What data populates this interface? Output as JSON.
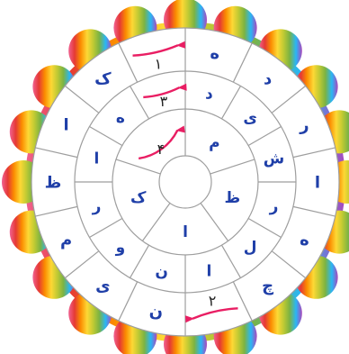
{
  "palette": {
    "frame_stops": [
      "#f06292",
      "#e53935",
      "#fb8c00",
      "#fdd835",
      "#c0ca33",
      "#7cb342",
      "#29b6f6",
      "#ab47bc"
    ],
    "disc": "#ffffff",
    "grid_line": "#9e9e9e",
    "letter": "#1f3fa8",
    "arrow": "#e91e63",
    "number": "#222222"
  },
  "rings": {
    "outer": [
      "ه",
      "د",
      "ر",
      "ا",
      "ه",
      "چ",
      "",
      "ن",
      "ی",
      "م",
      "ظ",
      "ا",
      "ک",
      ""
    ],
    "middle": [
      "د",
      "ی",
      "ش",
      "ر",
      "ل",
      "ا",
      "ن",
      "و",
      "ر",
      "ا",
      "ه",
      ""
    ],
    "inner": [
      "م",
      "ظ",
      "ا",
      "ک",
      ""
    ]
  },
  "markers": [
    {
      "number": "۱",
      "ring": "outer",
      "slot": 13
    },
    {
      "number": "۲",
      "ring": "outer",
      "slot": 6
    },
    {
      "number": "۳",
      "ring": "middle",
      "slot": 11
    },
    {
      "number": "۴",
      "ring": "inner",
      "slot": 4
    }
  ]
}
